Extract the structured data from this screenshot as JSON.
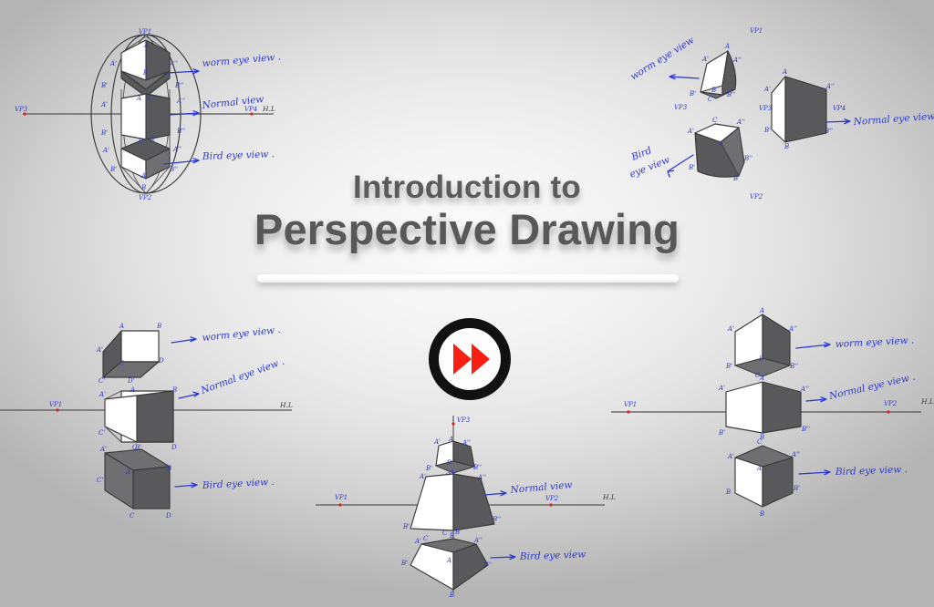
{
  "page": {
    "background_center": "#fbfbfb",
    "background_edge": "#b4b4b4",
    "annotation_color": "#2b39cf",
    "vanishing_point_color": "#e02020",
    "title_color": "#585858"
  },
  "title": {
    "line1": "Introduction to",
    "line2": "Perspective Drawing"
  },
  "play_badge": {
    "icon": "fast-forward-icon",
    "ring_color": "#111112",
    "triangle_color": "#fa1f13"
  },
  "diagrams": [
    {
      "id": "sphere-stacked-boxes",
      "position": "top-left",
      "annotations": [
        "worm eye view .",
        "Normal view",
        "Bird eye view ."
      ],
      "vanishing_points": [
        "VP1",
        "VP2",
        "VP3",
        "VP4"
      ],
      "horizon_label": "H.L",
      "vertex_labels": [
        "A",
        "A'",
        "A''",
        "B",
        "B'",
        "B''",
        "C",
        "C'",
        "C''",
        "D"
      ]
    },
    {
      "id": "rotated-cubes-three-point",
      "position": "top-right",
      "annotations": [
        "worm eye view",
        "Bird eye view",
        "Normal eye view"
      ],
      "vanishing_points": [
        "VP1",
        "VP2",
        "VP3",
        "VP4"
      ],
      "horizon_label": "",
      "vertex_labels": [
        "A",
        "A'",
        "A''",
        "B",
        "B'",
        "B''",
        "C"
      ]
    },
    {
      "id": "one-point-boxes",
      "position": "bottom-left",
      "annotations": [
        "worm eye view .",
        "Normal eye view .",
        "Bird eye view ."
      ],
      "vanishing_points": [
        "VP1"
      ],
      "horizon_label": "H.L",
      "vertex_labels": [
        "A",
        "A'",
        "B",
        "B'",
        "C",
        "C'",
        "D",
        "D'"
      ]
    },
    {
      "id": "three-point-pyramids",
      "position": "bottom-center",
      "annotations": [
        "Normal view",
        "Bird eye view"
      ],
      "vanishing_points": [
        "VP1",
        "VP2",
        "VP3"
      ],
      "horizon_label": "H.L",
      "vertex_labels": [
        "A",
        "A'",
        "A''",
        "B",
        "B'",
        "B''",
        "C"
      ]
    },
    {
      "id": "two-point-cubes",
      "position": "bottom-right",
      "annotations": [
        "worm eye view .",
        "Normal eye view .",
        "Bird eye view ."
      ],
      "vanishing_points": [
        "VP1",
        "VP2"
      ],
      "horizon_label": "H.L",
      "vertex_labels": [
        "A",
        "A'",
        "A''",
        "B",
        "B'",
        "B''",
        "C"
      ]
    }
  ],
  "labels": {
    "worm_eye_view": "worm eye view .",
    "worm_eye_view_plain": "worm eye view",
    "normal_view": "Normal view",
    "normal_eye_view": "Normal eye view .",
    "normal_eye_view_plain": "Normal eye view",
    "bird_eye_view": "Bird eye view .",
    "bird_eye_view_plain": "Bird eye view",
    "bird_eye_view_2line_a": "Bird",
    "bird_eye_view_2line_b": "eye view",
    "hl": "H.L",
    "vp1": "VP1",
    "vp2": "VP2",
    "vp3": "VP3",
    "vp4": "VP4",
    "A": "A",
    "Ap": "A'",
    "App": "A''",
    "B": "B",
    "Bp": "B'",
    "Bpp": "B''",
    "C": "C",
    "Cp": "C'",
    "Cpp": "C''",
    "D": "D",
    "Dp": "D'"
  }
}
